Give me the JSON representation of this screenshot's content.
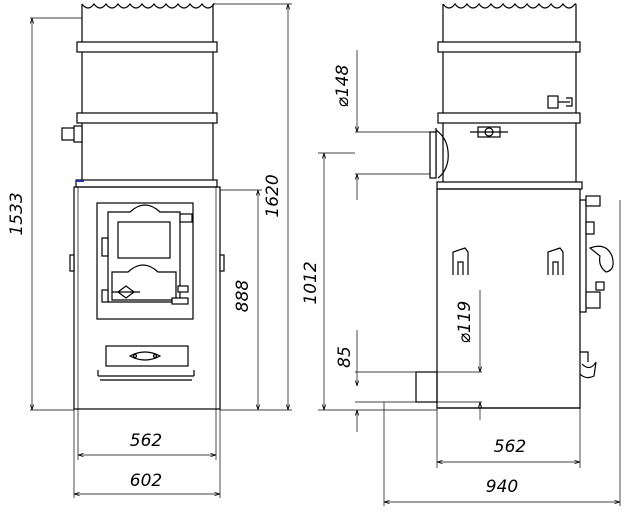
{
  "dimensions": {
    "front_total_height": "1533",
    "front_chimney_height": "1620",
    "front_body_height": "888",
    "front_inner_width": "562",
    "front_outer_width": "602",
    "side_pipe_dia": "⌀148",
    "side_body_height": "1012",
    "side_bottom_height": "85",
    "side_small_dia": "⌀119",
    "side_inner_width": "562",
    "side_total_width": "940"
  },
  "colors": {
    "line": "#000000",
    "accent": "#2233aa",
    "background": "#ffffff"
  }
}
